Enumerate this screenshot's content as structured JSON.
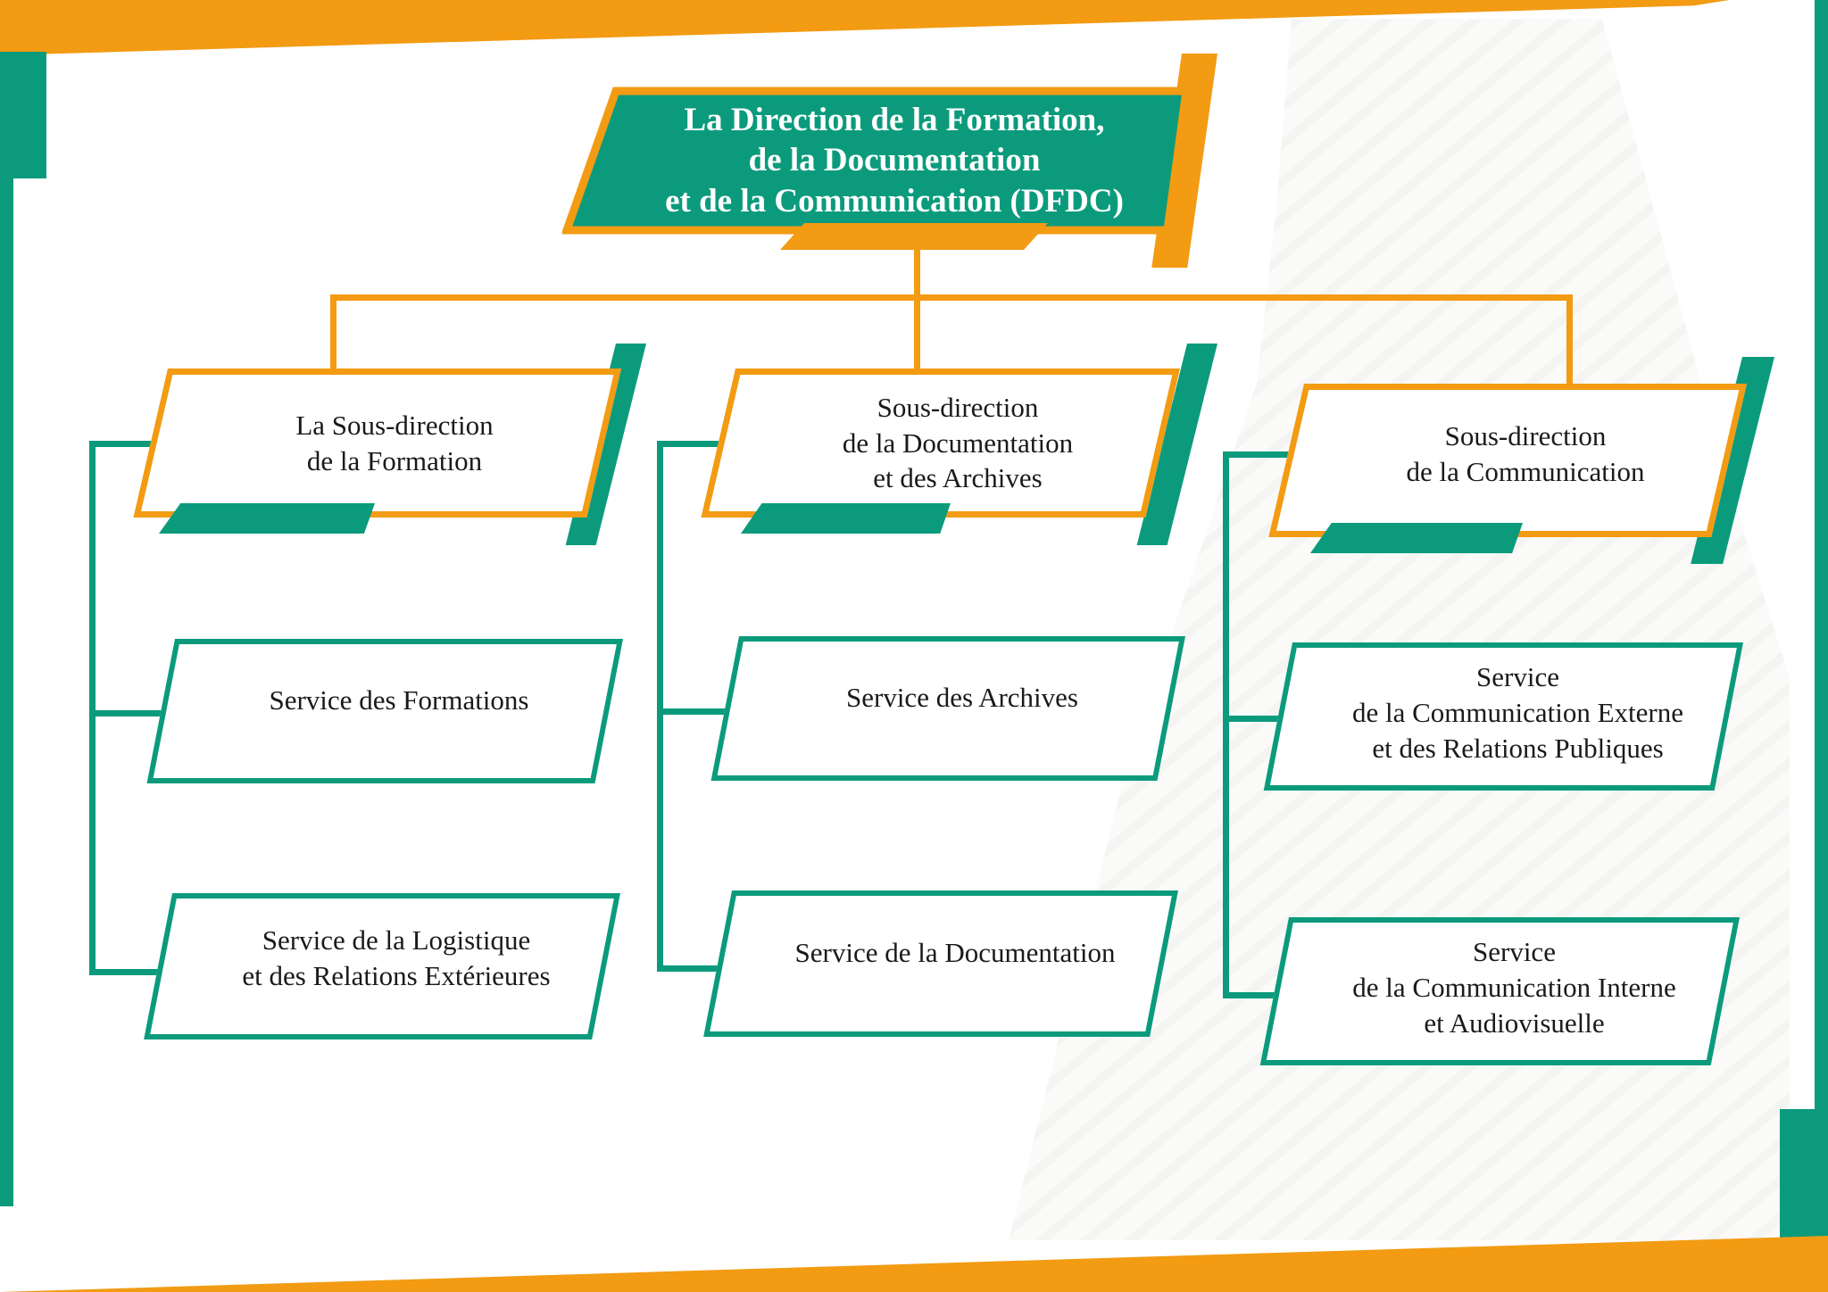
{
  "colors": {
    "orange": "#F29B13",
    "green": "#0B9B7C",
    "text": "#1A1A1A",
    "title_text": "#FFFFFF",
    "background": "#FFFFFF"
  },
  "watermark": "building-photo-faint",
  "org": {
    "root": {
      "label": "La Direction de la Formation,\nde la Documentation\net de la Communication (DFDC)"
    },
    "branches": [
      {
        "label": "La Sous-direction\nde la Formation",
        "services": [
          "Service des Formations",
          "Service de la Logistique\net des Relations Extérieures"
        ]
      },
      {
        "label": "Sous-direction\nde la Documentation\net des Archives",
        "services": [
          "Service des Archives",
          "Service de la Documentation"
        ]
      },
      {
        "label": "Sous-direction\nde la Communication",
        "services": [
          "Service\nde la Communication Externe\net des Relations Publiques",
          "Service\nde la Communication Interne\net Audiovisuelle"
        ]
      }
    ]
  }
}
